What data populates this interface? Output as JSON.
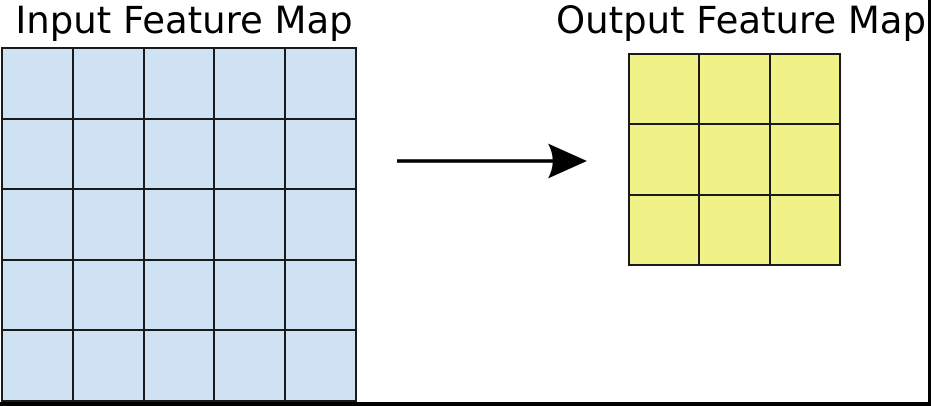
{
  "diagram": {
    "input_map": {
      "title": "Input Feature Map",
      "rows": 5,
      "cols": 5,
      "cell_color": "#cfe2f3",
      "border_color": "#1a1a1a"
    },
    "output_map": {
      "title": "Output Feature Map",
      "rows": 3,
      "cols": 3,
      "cell_color": "#f0f287",
      "border_color": "#1a1a1a"
    },
    "arrow": {
      "direction": "right",
      "color": "#000000"
    },
    "figure_border_color": "#000000"
  }
}
